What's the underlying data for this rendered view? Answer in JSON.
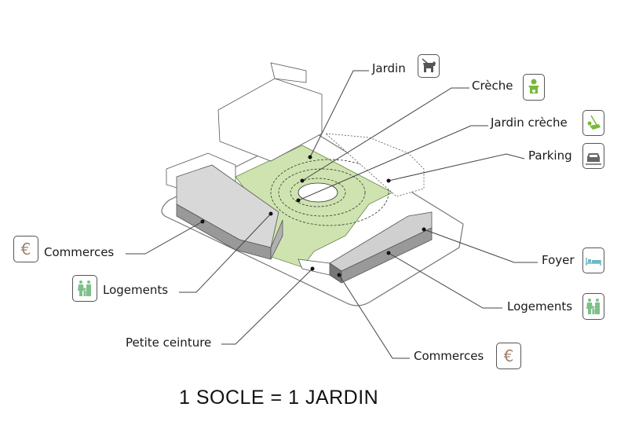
{
  "labels": {
    "jardin": "Jardin",
    "creche": "Crèche",
    "jardin_creche": "Jardin crèche",
    "parking": "Parking",
    "commerces_left": "Commerces",
    "logements_left": "Logements",
    "foyer": "Foyer",
    "logements_right": "Logements",
    "petite_ceinture": "Petite ceinture",
    "commerces_bottom": "Commerces"
  },
  "icons": {
    "jardin": "dog-icon",
    "creche": "baby-icon",
    "jardin_creche": "swing-icon",
    "parking": "car-icon",
    "commerces": "euro-icon",
    "logements": "family-icon",
    "foyer": "bed-icon"
  },
  "colors": {
    "green": "#7ab83a",
    "light_green": "#7fc08a",
    "euro_brown": "#a08068",
    "bed_blue": "#6bb8c8",
    "dark_gray": "#555555",
    "garden_fill": "#cfe3b0"
  },
  "title": "1 SOCLE = 1 JARDIN"
}
